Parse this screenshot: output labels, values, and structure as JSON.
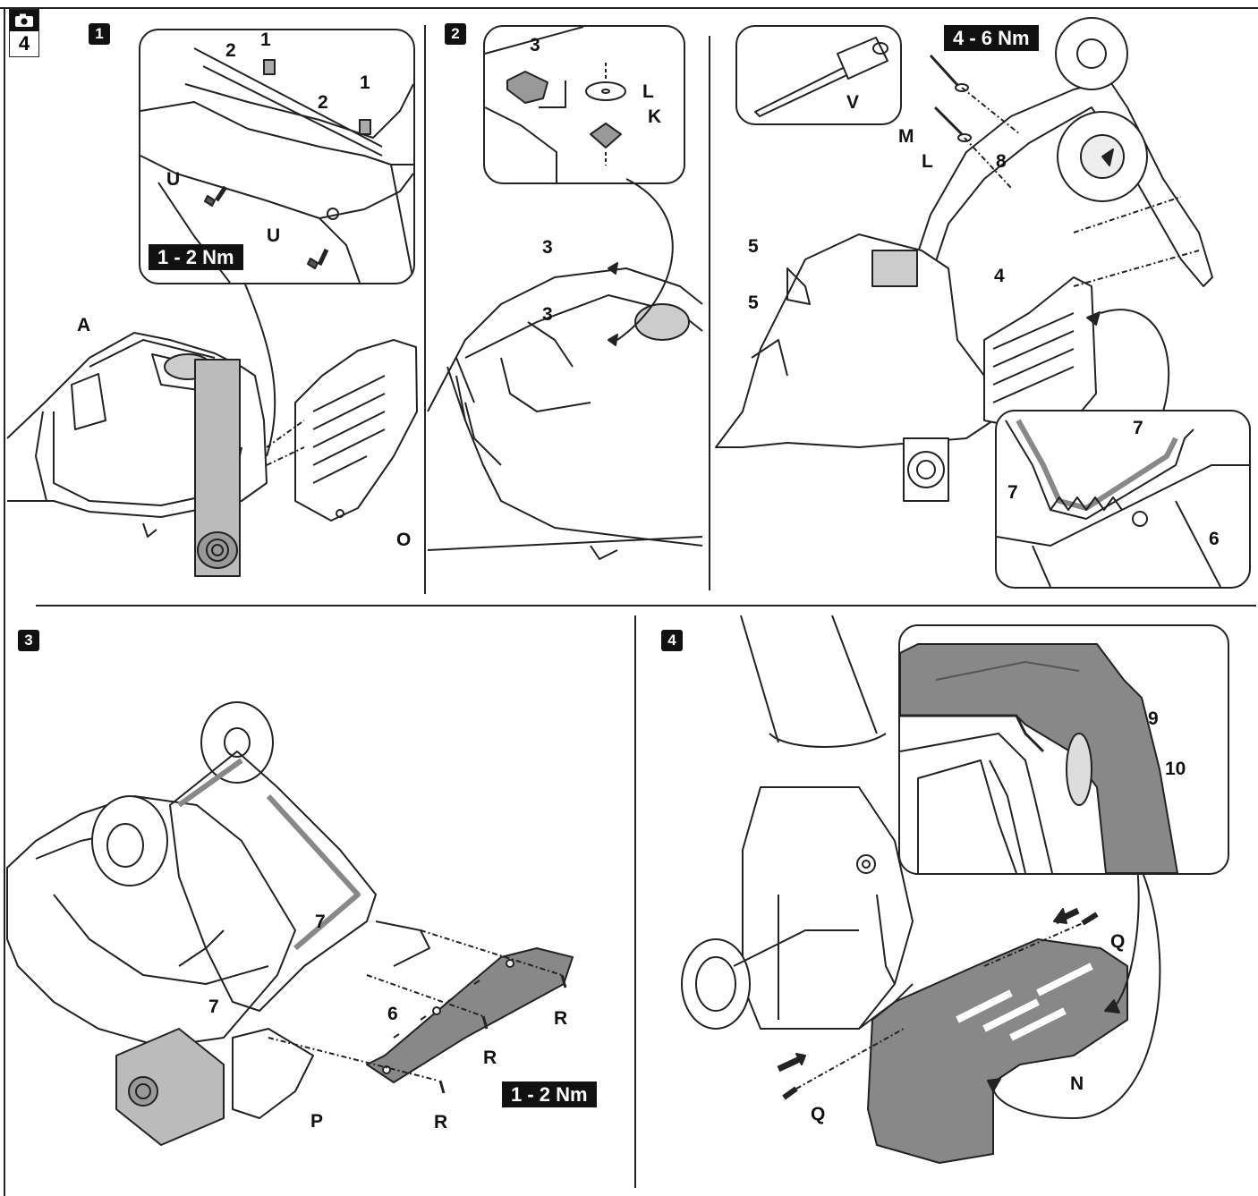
{
  "page_tag": {
    "icon": "camera-icon",
    "number": "4"
  },
  "steps": {
    "s1": {
      "num": "1",
      "torque": "1 - 2 Nm",
      "labels": {
        "l1a": "1",
        "l1b": "1",
        "l2a": "2",
        "l2b": "2",
        "u1": "U",
        "u2": "U",
        "a": "A",
        "o": "O"
      }
    },
    "s2": {
      "num": "2",
      "labels": {
        "l3a": "3",
        "l3b": "3",
        "l3c": "3",
        "l": "L",
        "k": "K"
      }
    },
    "s2b": {
      "torque": "4 - 6 Nm",
      "labels": {
        "v": "V",
        "m": "M",
        "l": "L",
        "e8": "8",
        "e4": "4",
        "e5a": "5",
        "e5b": "5",
        "e7a": "7",
        "e7b": "7",
        "e6": "6"
      }
    },
    "s3": {
      "num": "3",
      "torque": "1 - 2 Nm",
      "labels": {
        "e7a": "7",
        "e7b": "7",
        "e6": "6",
        "ra": "R",
        "rb": "R",
        "rc": "R",
        "p": "P"
      }
    },
    "s4": {
      "num": "4",
      "labels": {
        "e9": "9",
        "e10": "10",
        "qa": "Q",
        "qb": "Q",
        "n": "N"
      }
    }
  }
}
